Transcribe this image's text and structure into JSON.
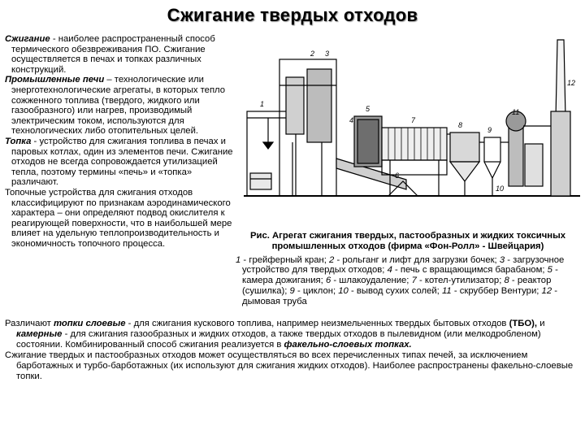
{
  "title": "Сжигание твердых отходов",
  "left": {
    "p1_term": "Сжигание",
    "p1_text": " - наиболее распространенный способ термического обезвреживания ПО. Сжигание осуществляется в печах и топках различных конструкций.",
    "p2_term": "Промышленные печи",
    "p2_text": " – технологические или энерготехнологические агрегаты, в которых тепло сожженного топлива (твердого, жидкого или газообразного) или нагрев, производимый электрическим током, используются для технологических либо отопительных целей.",
    "p3_term": "Топка",
    "p3_text": " - устройство для сжигания топлива в печах и паровых котлах, один из элементов печи. Сжигание отходов не всегда сопровождается утилизацией тепла, поэтому термины «печь» и «топка» различают.",
    "p4_text": "Топочные устройства для сжигания отходов классифицируют по признакам аэродинамического характера – они определяют подвод окислителя к реагирующей поверхности, что в наибольшей мере влияет на удельную теплопроизводительность и экономичность топочного процесса."
  },
  "figure": {
    "callouts": [
      "1",
      "2",
      "3",
      "4",
      "5",
      "6",
      "7",
      "8",
      "9",
      "10",
      "11",
      "12"
    ]
  },
  "caption": {
    "title": "Рис. Агрегат сжигания твердых, пастообразных и жидких токсичных промышленных отходов (фирма «Фон-Ролл» - Швейцария)",
    "body": [
      {
        "n": "1",
        "t": " - грейферный кран; "
      },
      {
        "n": "2",
        "t": " - рольганг и лифт для загрузки бочек; "
      },
      {
        "n": "3",
        "t": " - загрузочное устройство для твердых отходов; "
      },
      {
        "n": "4",
        "t": " - печь с вращающимся барабаном; "
      },
      {
        "n": "5",
        "t": " - камера дожигания; "
      },
      {
        "n": "6",
        "t": " - шлакоудаление; "
      },
      {
        "n": "7",
        "t": " - котел-утилизатор; "
      },
      {
        "n": "8",
        "t": " - реактор (сушилка); "
      },
      {
        "n": "9",
        "t": " - циклон; "
      },
      {
        "n": "10",
        "t": " - вывод сухих солей; "
      },
      {
        "n": "11",
        "t": " - скруббер Вентури; "
      },
      {
        "n": "12",
        "t": " - дымовая труба"
      }
    ]
  },
  "bottom": {
    "b1_a": "Различают ",
    "b1_k1": "топки слоевые",
    "b1_b": " - для  сжигания кускового  топлива,  например  неизмельченных твердых  бытовых  отходов ",
    "b1_tbo": "(ТБО),",
    "b1_c": " и ",
    "b1_k2": "камерные",
    "b1_d": " - для  сжигания газообразных и жидких отходов,  а также твердых отходов в пылевидном (или мелкодробленом) состоянии. Комбинированный  способ сжигания реализуется  в ",
    "b1_k3": "факельно-слоевых топках.",
    "b2": "Сжигание твердых и пастообразных отходов может осуществляться во всех перечисленных типах печей, за исключением барботажных и турбо-барботажных (их используют для сжигания жидких отходов). Наиболее распространены факельно-слоевые топки."
  }
}
